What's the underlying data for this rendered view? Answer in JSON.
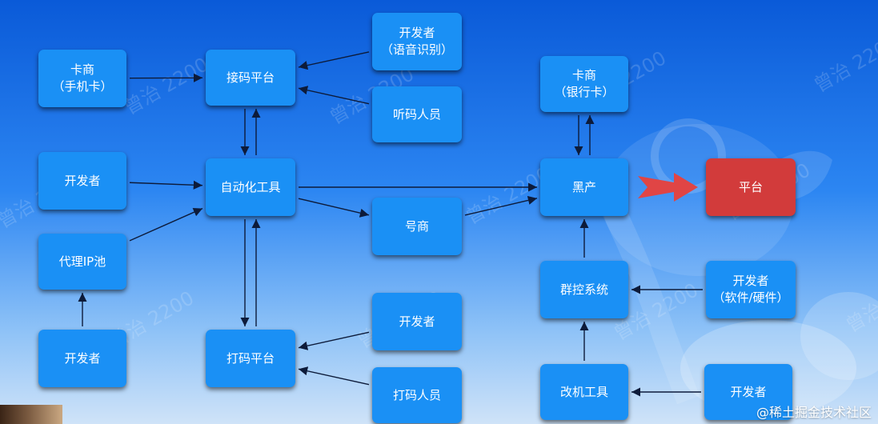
{
  "watermark": "曾治 2200",
  "credit": "@稀土掘金技术社区",
  "colors": {
    "box": "#1a90f5",
    "platform": "#d23b3b",
    "arrow": "#0d1b3a",
    "big_arrow": "#e04545"
  },
  "nodes": [
    {
      "id": "card_phone",
      "lines": [
        "卡商",
        "（手机卡）"
      ]
    },
    {
      "id": "dev1",
      "lines": [
        "开发者"
      ]
    },
    {
      "id": "proxy",
      "lines": [
        "代理IP池"
      ]
    },
    {
      "id": "dev2",
      "lines": [
        "开发者"
      ]
    },
    {
      "id": "sms",
      "lines": [
        "接码平台"
      ]
    },
    {
      "id": "auto",
      "lines": [
        "自动化工具"
      ]
    },
    {
      "id": "captcha",
      "lines": [
        "打码平台"
      ]
    },
    {
      "id": "dev_voice",
      "lines": [
        "开发者",
        "（语音识别）"
      ]
    },
    {
      "id": "listener",
      "lines": [
        "听码人员"
      ]
    },
    {
      "id": "account",
      "lines": [
        "号商"
      ]
    },
    {
      "id": "dev3",
      "lines": [
        "开发者"
      ]
    },
    {
      "id": "typist",
      "lines": [
        "打码人员"
      ]
    },
    {
      "id": "card_bank",
      "lines": [
        "卡商",
        "（银行卡）"
      ]
    },
    {
      "id": "black",
      "lines": [
        "黑产"
      ]
    },
    {
      "id": "group",
      "lines": [
        "群控系统"
      ]
    },
    {
      "id": "modify",
      "lines": [
        "改机工具"
      ]
    },
    {
      "id": "platform",
      "lines": [
        "平台"
      ]
    },
    {
      "id": "dev_hw",
      "lines": [
        "开发者",
        "（软件/硬件）"
      ]
    },
    {
      "id": "dev4",
      "lines": [
        "开发者"
      ]
    }
  ],
  "edges": [
    {
      "from": "card_phone",
      "to": "sms"
    },
    {
      "from": "dev1",
      "to": "auto"
    },
    {
      "from": "proxy",
      "to": "auto"
    },
    {
      "from": "dev2",
      "to": "proxy"
    },
    {
      "from": "dev_voice",
      "to": "sms"
    },
    {
      "from": "listener",
      "to": "sms"
    },
    {
      "from": "sms",
      "to": "auto"
    },
    {
      "from": "auto",
      "to": "sms"
    },
    {
      "from": "auto",
      "to": "captcha"
    },
    {
      "from": "captcha",
      "to": "auto"
    },
    {
      "from": "dev3",
      "to": "captcha"
    },
    {
      "from": "typist",
      "to": "captcha"
    },
    {
      "from": "auto",
      "to": "black"
    },
    {
      "from": "auto",
      "to": "account"
    },
    {
      "from": "account",
      "to": "black"
    },
    {
      "from": "card_bank",
      "to": "black"
    },
    {
      "from": "black",
      "to": "card_bank"
    },
    {
      "from": "group",
      "to": "black"
    },
    {
      "from": "dev_hw",
      "to": "group"
    },
    {
      "from": "modify",
      "to": "group"
    },
    {
      "from": "dev4",
      "to": "modify"
    },
    {
      "from": "black",
      "to": "platform",
      "style": "big"
    }
  ]
}
